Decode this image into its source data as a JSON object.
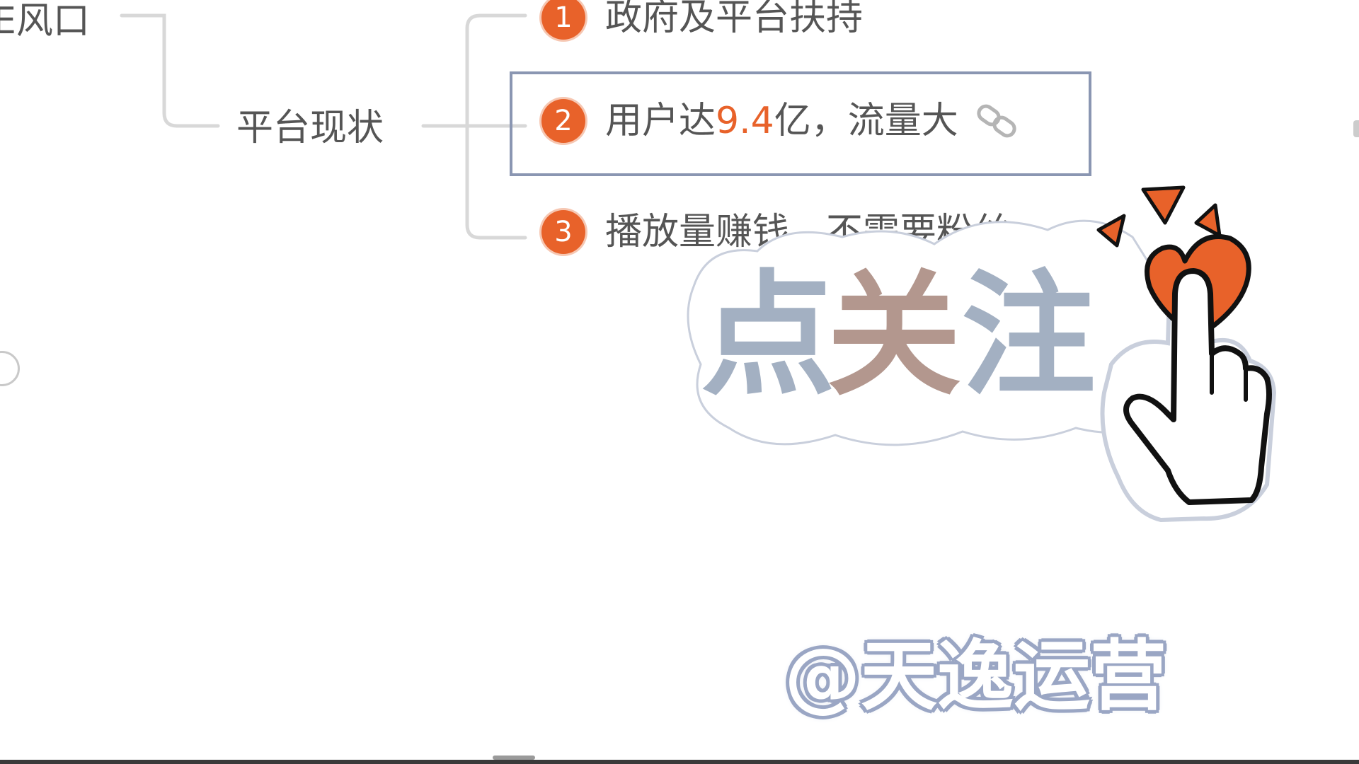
{
  "mindmap": {
    "parent_node": {
      "label": "E风口"
    },
    "branch_node": {
      "label": "平台现状"
    },
    "leaves": [
      {
        "number": "1",
        "label_parts": [
          "政府及平台扶持"
        ]
      },
      {
        "number": "2",
        "label_before": "用户达",
        "label_accent": "9.4",
        "label_after": "亿，流量大",
        "has_link": true,
        "link_icon": "link-icon",
        "selected": true
      },
      {
        "number": "3",
        "label_parts": [
          "播放量赚钱，不需要粉丝"
        ]
      }
    ]
  },
  "overlay": {
    "sticker": {
      "chars": [
        "点",
        "关",
        "注"
      ]
    },
    "watermark": "@天逸运营"
  },
  "colors": {
    "badge": "#e8622a",
    "accent_text": "#e8622a",
    "node_text": "#555555",
    "selection_border": "#8a96b2",
    "sticker_blue": "#a3b0c2",
    "sticker_brown": "#b3978e"
  }
}
